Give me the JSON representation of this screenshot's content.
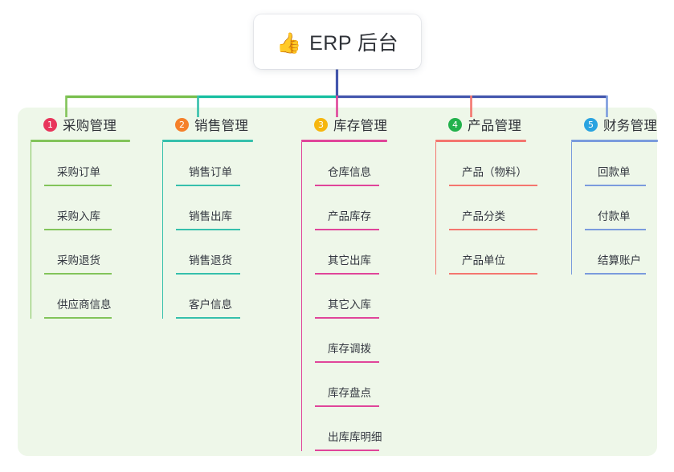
{
  "diagram": {
    "type": "mind-map",
    "title": {
      "emoji": "👍",
      "emoji_name": "thumbs-up-emoji",
      "text": "ERP 后台"
    },
    "panel_color": "#eef7e9",
    "trunk_color": "#4356ad",
    "bar_segments": [
      {
        "color": "#78bf4d"
      },
      {
        "color": "#17bfa0"
      },
      {
        "color": "#4356ad"
      }
    ],
    "columns": [
      {
        "number": "1",
        "title": "采购管理",
        "badge_color": "#e8355b",
        "line_color": "#82c45a",
        "items": [
          "采购订单",
          "采购入库",
          "采购退货",
          "供应商信息"
        ]
      },
      {
        "number": "2",
        "title": "销售管理",
        "badge_color": "#f5802a",
        "line_color": "#36c0ac",
        "items": [
          "销售订单",
          "销售出库",
          "销售退货",
          "客户信息"
        ]
      },
      {
        "number": "3",
        "title": "库存管理",
        "badge_color": "#f6b60e",
        "line_color": "#e0459a",
        "items": [
          "仓库信息",
          "产品库存",
          "其它出库",
          "其它入库",
          "库存调拨",
          "库存盘点",
          "出库库明细"
        ]
      },
      {
        "number": "4",
        "title": "产品管理",
        "badge_color": "#22b14c",
        "line_color": "#f4766f",
        "items": [
          "产品（物料）",
          "产品分类",
          "产品单位"
        ]
      },
      {
        "number": "5",
        "title": "财务管理",
        "badge_color": "#2aa3e0",
        "line_color": "#7b9bdd",
        "items": [
          "回款单",
          "付款单",
          "结算账户"
        ]
      }
    ]
  }
}
